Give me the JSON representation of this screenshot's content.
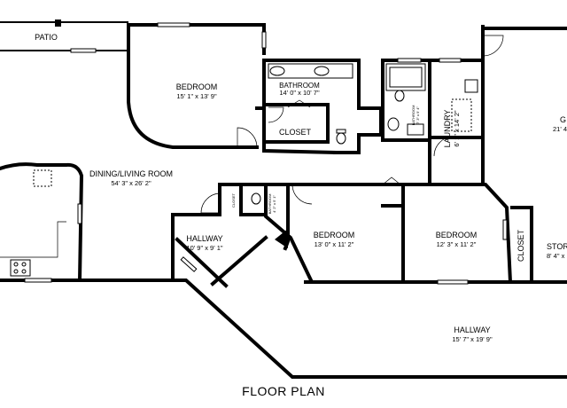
{
  "title": "FLOOR PLAN",
  "rooms": {
    "patio": {
      "name": "PATIO"
    },
    "bedroom1": {
      "name": "BEDROOM",
      "dims": "15' 1\" x 13' 9\""
    },
    "bathroom1": {
      "name": "BATHROOM",
      "dims": "14' 0\" x 10' 7\""
    },
    "closet1": {
      "name": "CLOSET"
    },
    "bathroom2": {
      "name": "BATHROOM",
      "dims": "7' 3\" x 9' 4\""
    },
    "laundry": {
      "name": "LAUNDRY",
      "dims": "6' 1\" x 14' 2\""
    },
    "garage": {
      "name": "G",
      "dims": "21' 4"
    },
    "dining": {
      "name": "DINING/LIVING ROOM",
      "dims": "54' 3\" x 26' 2\""
    },
    "closet_small": {
      "name": "CLOSET"
    },
    "bathroom3": {
      "name": "BATHROOM",
      "dims": "4' 2\" x 5' 1\""
    },
    "hallway1": {
      "name": "HALLWAY",
      "dims": "10' 9\" x 9' 1\""
    },
    "bedroom2": {
      "name": "BEDROOM",
      "dims": "13' 0\" x 11' 2\""
    },
    "bedroom3": {
      "name": "BEDROOM",
      "dims": "12' 3\" x 11' 2\""
    },
    "closet3": {
      "name": "CLOSET"
    },
    "storage": {
      "name": "STOR",
      "dims": "8' 4\" x"
    },
    "hallway2": {
      "name": "HALLWAY",
      "dims": "15' 7\" x 19' 9\""
    }
  }
}
